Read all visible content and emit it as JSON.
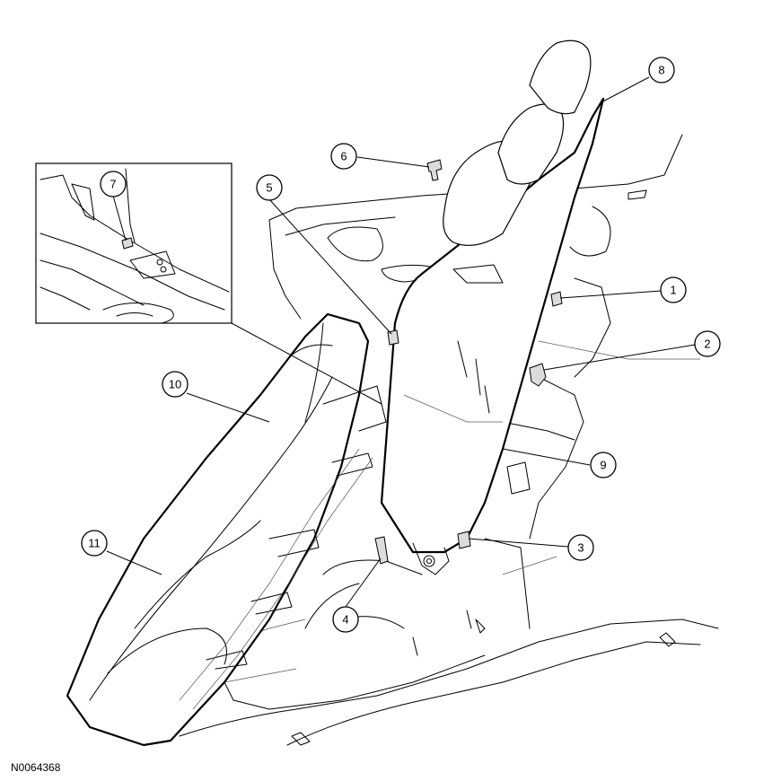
{
  "figure_reference": "N0064368",
  "callouts": [
    {
      "id": "1",
      "label": "1"
    },
    {
      "id": "2",
      "label": "2"
    },
    {
      "id": "3",
      "label": "3"
    },
    {
      "id": "4",
      "label": "4"
    },
    {
      "id": "5",
      "label": "5"
    },
    {
      "id": "6",
      "label": "6"
    },
    {
      "id": "7",
      "label": "7"
    },
    {
      "id": "8",
      "label": "8"
    },
    {
      "id": "9",
      "label": "9"
    },
    {
      "id": "10",
      "label": "10"
    },
    {
      "id": "11",
      "label": "11"
    }
  ]
}
